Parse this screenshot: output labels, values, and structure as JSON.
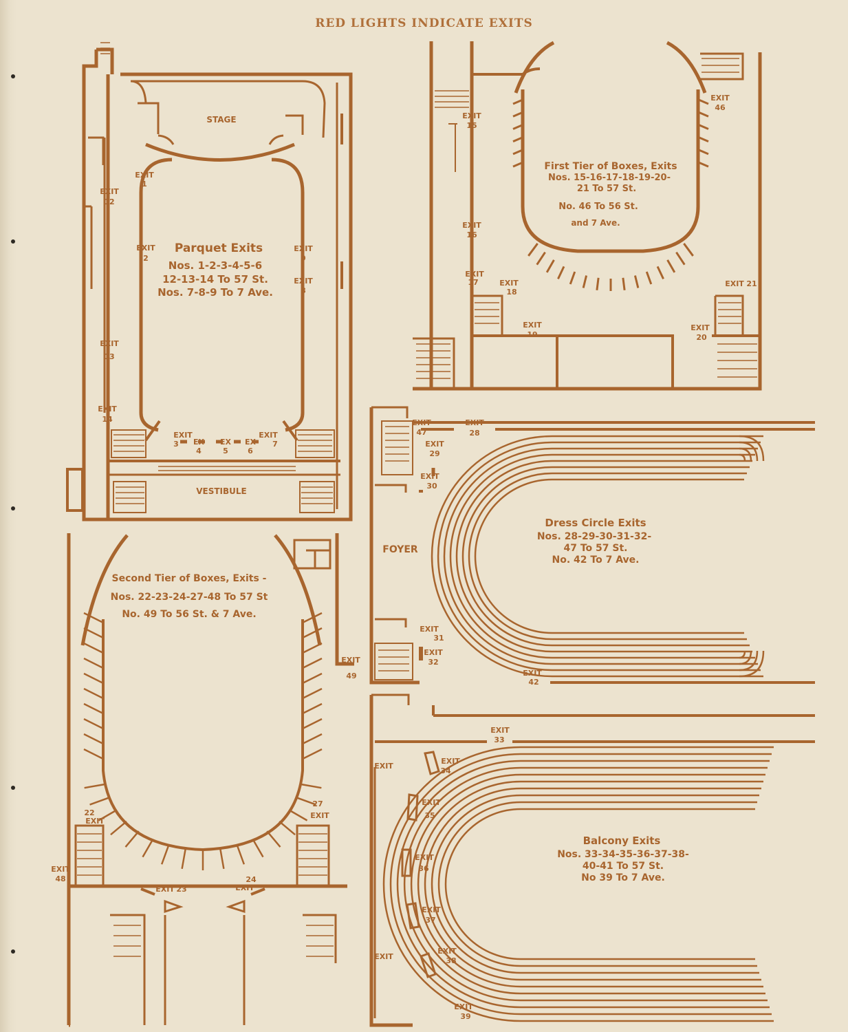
{
  "header": "RED LIGHTS INDICATE EXITS",
  "parquet": {
    "stage": "STAGE",
    "vestibule": "VESTIBULE",
    "title": "Parquet Exits",
    "line1": "Nos. 1-2-3-4-5-6",
    "line2": "12-13-14 To 57 St.",
    "line3": "Nos. 7-8-9 To 7 Ave.",
    "exits": [
      {
        "label": "EXIT",
        "num": "1"
      },
      {
        "label": "EXIT",
        "num": "2"
      },
      {
        "label": "EXIT",
        "num": "3"
      },
      {
        "label": "EX",
        "num": "4"
      },
      {
        "label": "EX",
        "num": "5"
      },
      {
        "label": "EX",
        "num": "6"
      },
      {
        "label": "EXIT",
        "num": "7"
      },
      {
        "label": "EXIT",
        "num": "8"
      },
      {
        "label": "EXIT",
        "num": "9"
      },
      {
        "label": "EXIT",
        "num": "12"
      },
      {
        "label": "EXIT",
        "num": "13"
      },
      {
        "label": "EXIT",
        "num": "14"
      }
    ]
  },
  "first_tier": {
    "title": "First Tier of Boxes, Exits",
    "line1": "Nos. 15-16-17-18-19-20-",
    "line2": "21 To 57 St.",
    "line3": "No. 46 To 56 St.",
    "line4": "and 7 Ave.",
    "exits": [
      {
        "label": "EXIT",
        "num": "15"
      },
      {
        "label": "EXIT",
        "num": "16"
      },
      {
        "label": "EXIT",
        "num": "17"
      },
      {
        "label": "EXIT",
        "num": "18"
      },
      {
        "label": "EXIT",
        "num": "19"
      },
      {
        "label": "EXIT",
        "num": "20"
      },
      {
        "label": "EXIT",
        "num": "21"
      },
      {
        "label": "EXIT",
        "num": "46"
      }
    ]
  },
  "dress_circle": {
    "foyer": "FOYER",
    "title": "Dress Circle Exits",
    "line1": "Nos. 28-29-30-31-32-",
    "line2": "47 To 57 St.",
    "line3": "No. 42 To 7 Ave.",
    "exits": [
      {
        "label": "EXIT",
        "num": "47"
      },
      {
        "label": "EXIT",
        "num": "28"
      },
      {
        "label": "EXIT",
        "num": "29"
      },
      {
        "label": "EXIT",
        "num": "30"
      },
      {
        "label": "EXIT",
        "num": "31"
      },
      {
        "label": "EXIT",
        "num": "32"
      },
      {
        "label": "EXIT",
        "num": "42"
      }
    ]
  },
  "second_tier": {
    "title": "Second Tier of Boxes, Exits -",
    "line1": "Nos. 22-23-24-27-48 To 57 St",
    "line2": "No. 49 To 56 St. & 7 Ave.",
    "exits": [
      {
        "label": "EXIT",
        "num": "22"
      },
      {
        "label": "EXIT",
        "num": "27"
      },
      {
        "label": "EXIT",
        "num": "48"
      },
      {
        "label": "EXIT",
        "num": "23"
      },
      {
        "label": "EXIT",
        "num": "24"
      },
      {
        "label": "EXIT",
        "num": "49"
      }
    ]
  },
  "balcony": {
    "title": "Balcony Exits",
    "line1": "Nos. 33-34-35-36-37-38-",
    "line2": "40-41 To 57 St.",
    "line3": "No 39 To 7 Ave.",
    "exits": [
      {
        "label": "EXIT",
        "num": "33"
      },
      {
        "label": "EXIT",
        "num": "34"
      },
      {
        "label": "EXIT",
        "num": "35"
      },
      {
        "label": "EXIT",
        "num": "36"
      },
      {
        "label": "EXIT",
        "num": "37"
      },
      {
        "label": "EXIT",
        "num": "38"
      },
      {
        "label": "EXIT",
        "num": "39"
      },
      {
        "label": "EXIT",
        "num": ""
      },
      {
        "label": "EXIT",
        "num": ""
      }
    ]
  },
  "colors": {
    "ink": "#a8652e",
    "paper": "#ece3cf"
  }
}
